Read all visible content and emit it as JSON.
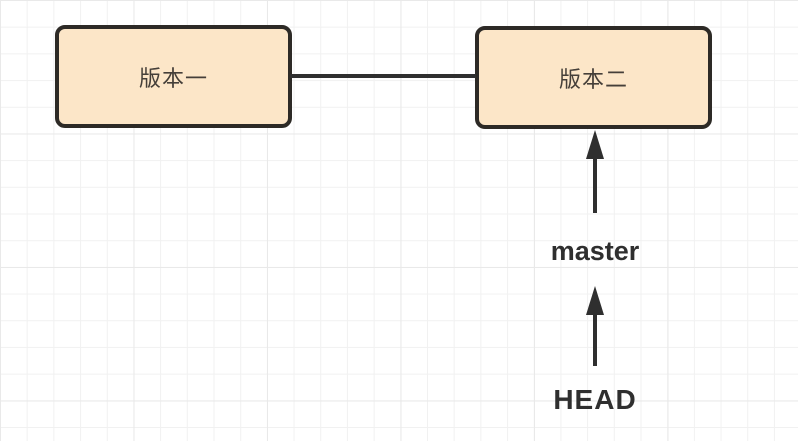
{
  "diagram": {
    "type": "git-commit-pointer-diagram",
    "nodes": [
      {
        "id": "version1",
        "label": "版本一"
      },
      {
        "id": "version2",
        "label": "版本二"
      }
    ],
    "edges": [
      {
        "from": "version1",
        "to": "version2",
        "style": "plain-line"
      }
    ],
    "pointers": [
      {
        "label": "master",
        "points_to": "version2",
        "direction": "up"
      },
      {
        "label": "HEAD",
        "points_to": "master",
        "direction": "up"
      }
    ]
  },
  "colors": {
    "node_fill": "#fce6c8",
    "node_border": "#2d2a26",
    "node_text": "#453f39",
    "line": "#2f2f2f",
    "label_text": "#2f2f2f",
    "grid": "#f1f1f1",
    "grid_strong": "#e9e9e9"
  }
}
